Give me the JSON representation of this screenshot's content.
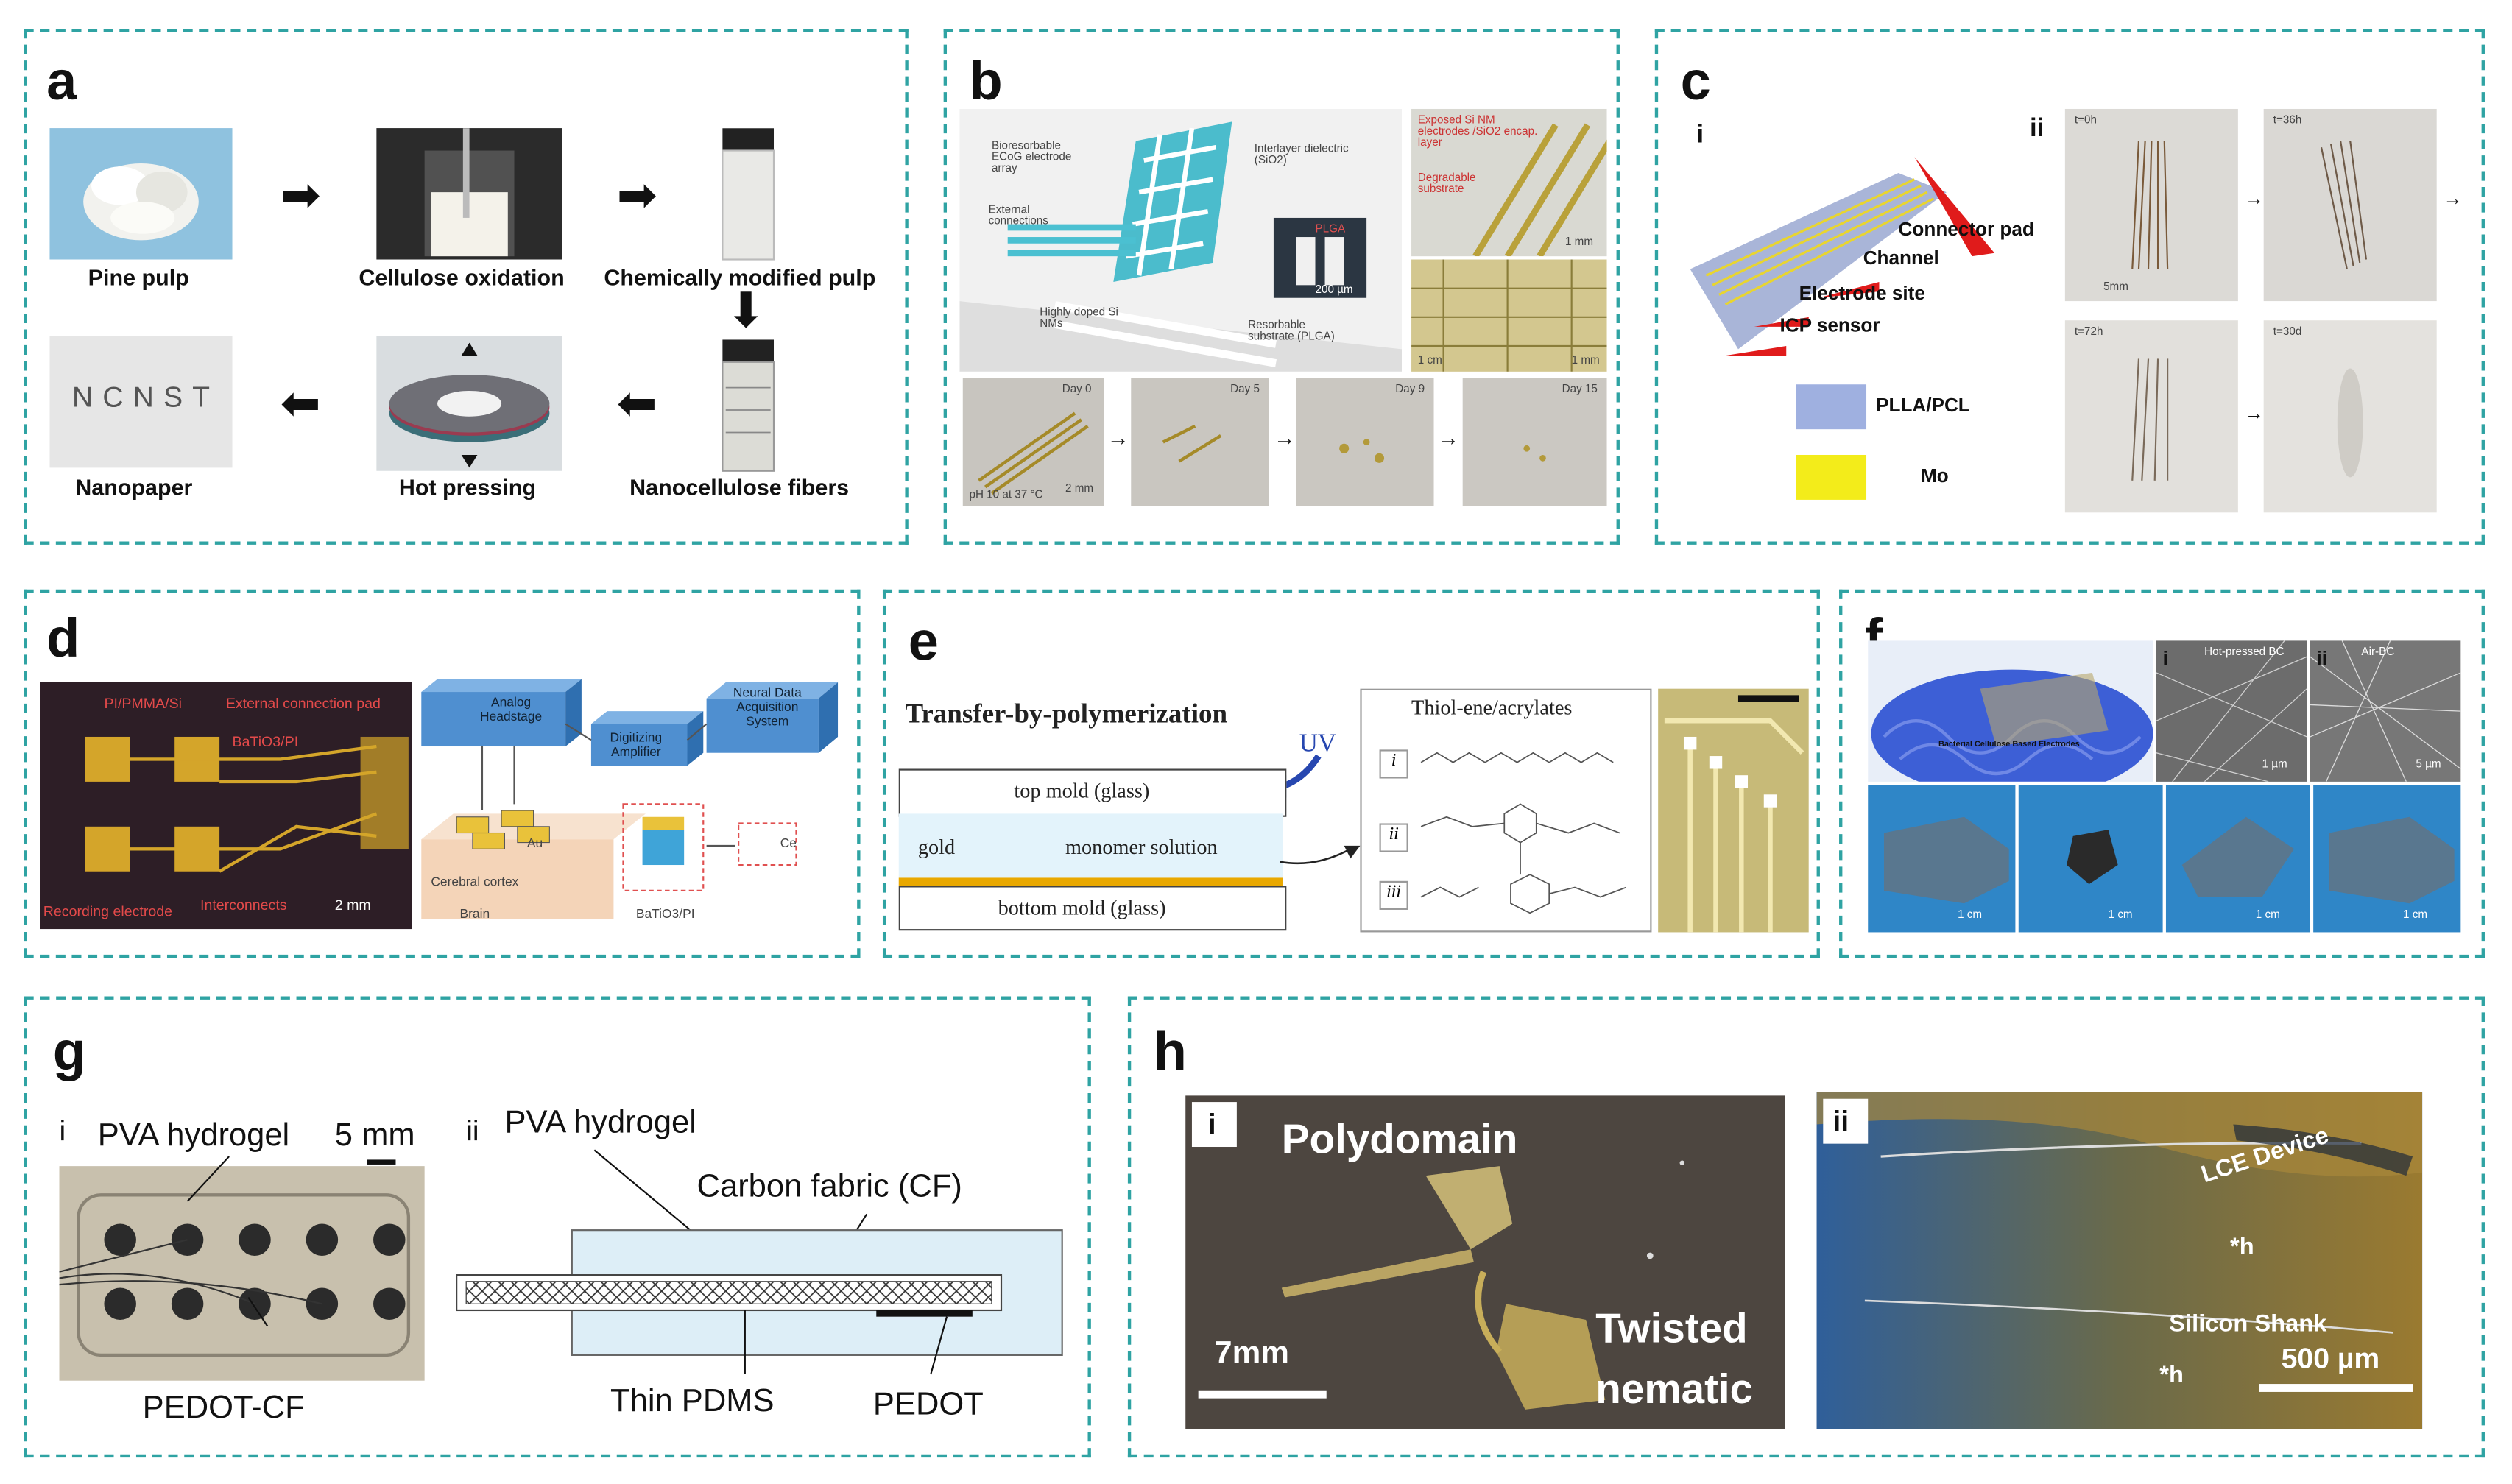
{
  "labels": {
    "a": "a",
    "b": "b",
    "c": "c",
    "d": "d",
    "e": "e",
    "f": "f",
    "g": "g",
    "h": "h"
  },
  "panel_a": {
    "items": [
      "Pine pulp",
      "Cellulose oxidation",
      "Chemically modified pulp",
      "Nanopaper",
      "Hot pressing",
      "Nanocellulose fibers"
    ],
    "nanopaper_text": "NCNST"
  },
  "panel_b": {
    "labels": [
      "Bioresorbable ECoG electrode array",
      "Interlayer dielectric (SiO2)",
      "External connections",
      "Highly doped Si NMs",
      "Resorbable substrate (PLGA)",
      "Exposed Si NM electrodes /SiO2 encap. layer",
      "Degradable substrate",
      "200 µm",
      "1 mm",
      "1 cm",
      "1 mm",
      "PLGA"
    ],
    "days": [
      "Day 0",
      "Day 5",
      "Day 9",
      "Day 15"
    ],
    "ph_note": "pH 10 at 37 °C",
    "scale": "2 mm"
  },
  "panel_c": {
    "sub_i": "i",
    "sub_ii": "ii",
    "callouts": [
      "Connector pad",
      "Channel",
      "Electrode site",
      "ICP sensor"
    ],
    "legend": [
      {
        "name": "PLLA/PCL",
        "color": "#9fb0e0"
      },
      {
        "name": "Mo",
        "color": "#f3ec1a"
      }
    ],
    "times": [
      "t=0h",
      "t=36h",
      "t=72h",
      "t=30d"
    ],
    "scale": "5mm"
  },
  "panel_d": {
    "photo_labels": [
      "PI/PMMA/Si",
      "External connection pad",
      "BaTiO3/PI",
      "Recording electrode",
      "Interconnects",
      "2 mm"
    ],
    "blocks": [
      "Analog Headstage",
      "Digitizing Amplifier",
      "Neural Data Acquisition System"
    ],
    "diagram_labels": [
      "Au",
      "Cerebral cortex",
      "Brain",
      "BaTiO3/PI",
      "Ce"
    ]
  },
  "panel_e": {
    "title": "Transfer-by-polymerization",
    "uv": "UV",
    "layers": [
      "top mold (glass)",
      "monomer solution",
      "gold",
      "bottom mold (glass)"
    ],
    "box_title": "Thiol-ene/acrylates",
    "roman": [
      "i",
      "ii",
      "iii"
    ]
  },
  "panel_f": {
    "sub": [
      "i",
      "ii"
    ],
    "sem": [
      "Hot-pressed BC",
      "Air-BC"
    ],
    "brain_caption": "Bacterial Cellulose Based Electrodes",
    "scales": [
      "1 µm",
      "5 µm",
      "1 cm",
      "1 cm",
      "1 cm",
      "1 cm"
    ]
  },
  "panel_g": {
    "i": {
      "num": "i",
      "hydrogel": "PVA hydrogel",
      "scale": "5 mm",
      "bottom": "PEDOT-CF"
    },
    "ii": {
      "num": "ii",
      "hydrogel": "PVA hydrogel",
      "cf": "Carbon fabric (CF)",
      "pdms": "Thin PDMS",
      "pedot": "PEDOT"
    }
  },
  "panel_h": {
    "i": {
      "num": "i",
      "top": "Polydomain",
      "right1": "Twisted",
      "right2": "nematic",
      "scale": "7mm"
    },
    "ii": {
      "num": "ii",
      "lce": "LCE Device",
      "h1": "*h",
      "shank": "Silicon Shank",
      "h2": "*h",
      "scale": "500 µm"
    }
  },
  "colors": {
    "frame": "#2fa3a3",
    "arrow_red": "#e01b1b",
    "gold": "#e9a800",
    "blue_block": "#4f8fd0"
  }
}
